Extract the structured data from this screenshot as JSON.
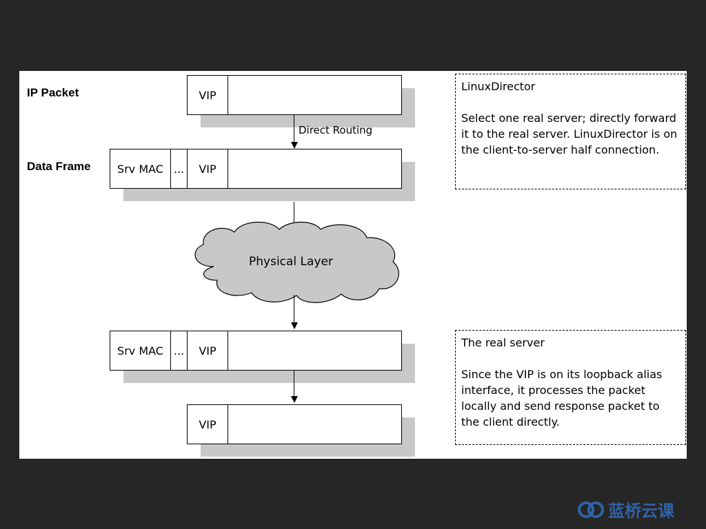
{
  "labels": {
    "ip_packet": "IP Packet",
    "data_frame": "Data Frame",
    "direct_routing": "Direct Routing",
    "physical_layer": "Physical Layer"
  },
  "frames": {
    "vip": "VIP",
    "srv_mac": "Srv MAC",
    "ellipsis": "..."
  },
  "notes": {
    "director": {
      "title": "LinuxDirector",
      "body": "Select one real server; directly forward it to the real server. LinuxDirector is on the client-to-server half connection."
    },
    "real_server": {
      "title": "The real server",
      "body": "Since the VIP is on its loopback alias interface, it processes the packet locally and send response packet to the client directly."
    }
  },
  "logo": {
    "text": "蓝桥云课",
    "color": "#2f63a8"
  }
}
